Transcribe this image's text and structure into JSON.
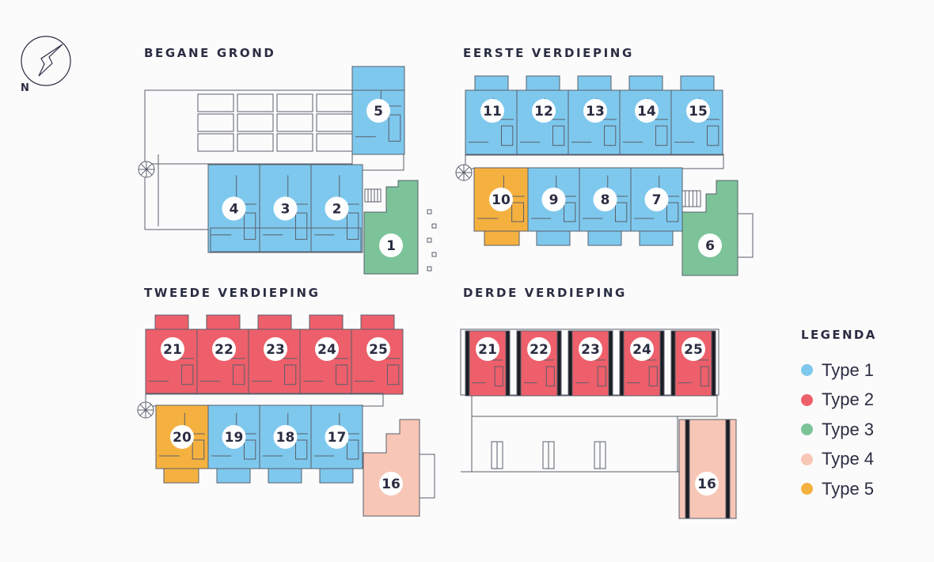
{
  "compass": {
    "label": "N",
    "icon": "north-arrow-icon"
  },
  "type_colors": {
    "Type 1": "#7ec8ee",
    "Type 2": "#ed5f6a",
    "Type 3": "#7cc39a",
    "Type 4": "#f7c6b6",
    "Type 5": "#f5b13f"
  },
  "marker_color": "#2b2d42",
  "line_color": "#5a5f6b",
  "floors": [
    {
      "title": "BEGANE GROND",
      "units": [
        {
          "number": "5",
          "type": "Type 1"
        },
        {
          "number": "4",
          "type": "Type 1"
        },
        {
          "number": "3",
          "type": "Type 1"
        },
        {
          "number": "2",
          "type": "Type 1"
        },
        {
          "number": "1",
          "type": "Type 3"
        }
      ]
    },
    {
      "title": "EERSTE VERDIEPING",
      "units": [
        {
          "number": "11",
          "type": "Type 1"
        },
        {
          "number": "12",
          "type": "Type 1"
        },
        {
          "number": "13",
          "type": "Type 1"
        },
        {
          "number": "14",
          "type": "Type 1"
        },
        {
          "number": "15",
          "type": "Type 1"
        },
        {
          "number": "10",
          "type": "Type 5"
        },
        {
          "number": "9",
          "type": "Type 1"
        },
        {
          "number": "8",
          "type": "Type 1"
        },
        {
          "number": "7",
          "type": "Type 1"
        },
        {
          "number": "6",
          "type": "Type 3"
        }
      ]
    },
    {
      "title": "TWEEDE VERDIEPING",
      "units": [
        {
          "number": "21",
          "type": "Type 2"
        },
        {
          "number": "22",
          "type": "Type 2"
        },
        {
          "number": "23",
          "type": "Type 2"
        },
        {
          "number": "24",
          "type": "Type 2"
        },
        {
          "number": "25",
          "type": "Type 2"
        },
        {
          "number": "20",
          "type": "Type 5"
        },
        {
          "number": "19",
          "type": "Type 1"
        },
        {
          "number": "18",
          "type": "Type 1"
        },
        {
          "number": "17",
          "type": "Type 1"
        },
        {
          "number": "16",
          "type": "Type 4"
        }
      ]
    },
    {
      "title": "DERDE VERDIEPING",
      "units": [
        {
          "number": "21",
          "type": "Type 2"
        },
        {
          "number": "22",
          "type": "Type 2"
        },
        {
          "number": "23",
          "type": "Type 2"
        },
        {
          "number": "24",
          "type": "Type 2"
        },
        {
          "number": "25",
          "type": "Type 2"
        },
        {
          "number": "16",
          "type": "Type 4"
        }
      ]
    }
  ],
  "legend": {
    "title": "LEGENDA",
    "items": [
      {
        "label": "Type 1",
        "color": "#7ec8ee"
      },
      {
        "label": "Type 2",
        "color": "#ed5f6a"
      },
      {
        "label": "Type 3",
        "color": "#7cc39a"
      },
      {
        "label": "Type 4",
        "color": "#f7c6b6"
      },
      {
        "label": "Type 5",
        "color": "#f5b13f"
      }
    ]
  }
}
